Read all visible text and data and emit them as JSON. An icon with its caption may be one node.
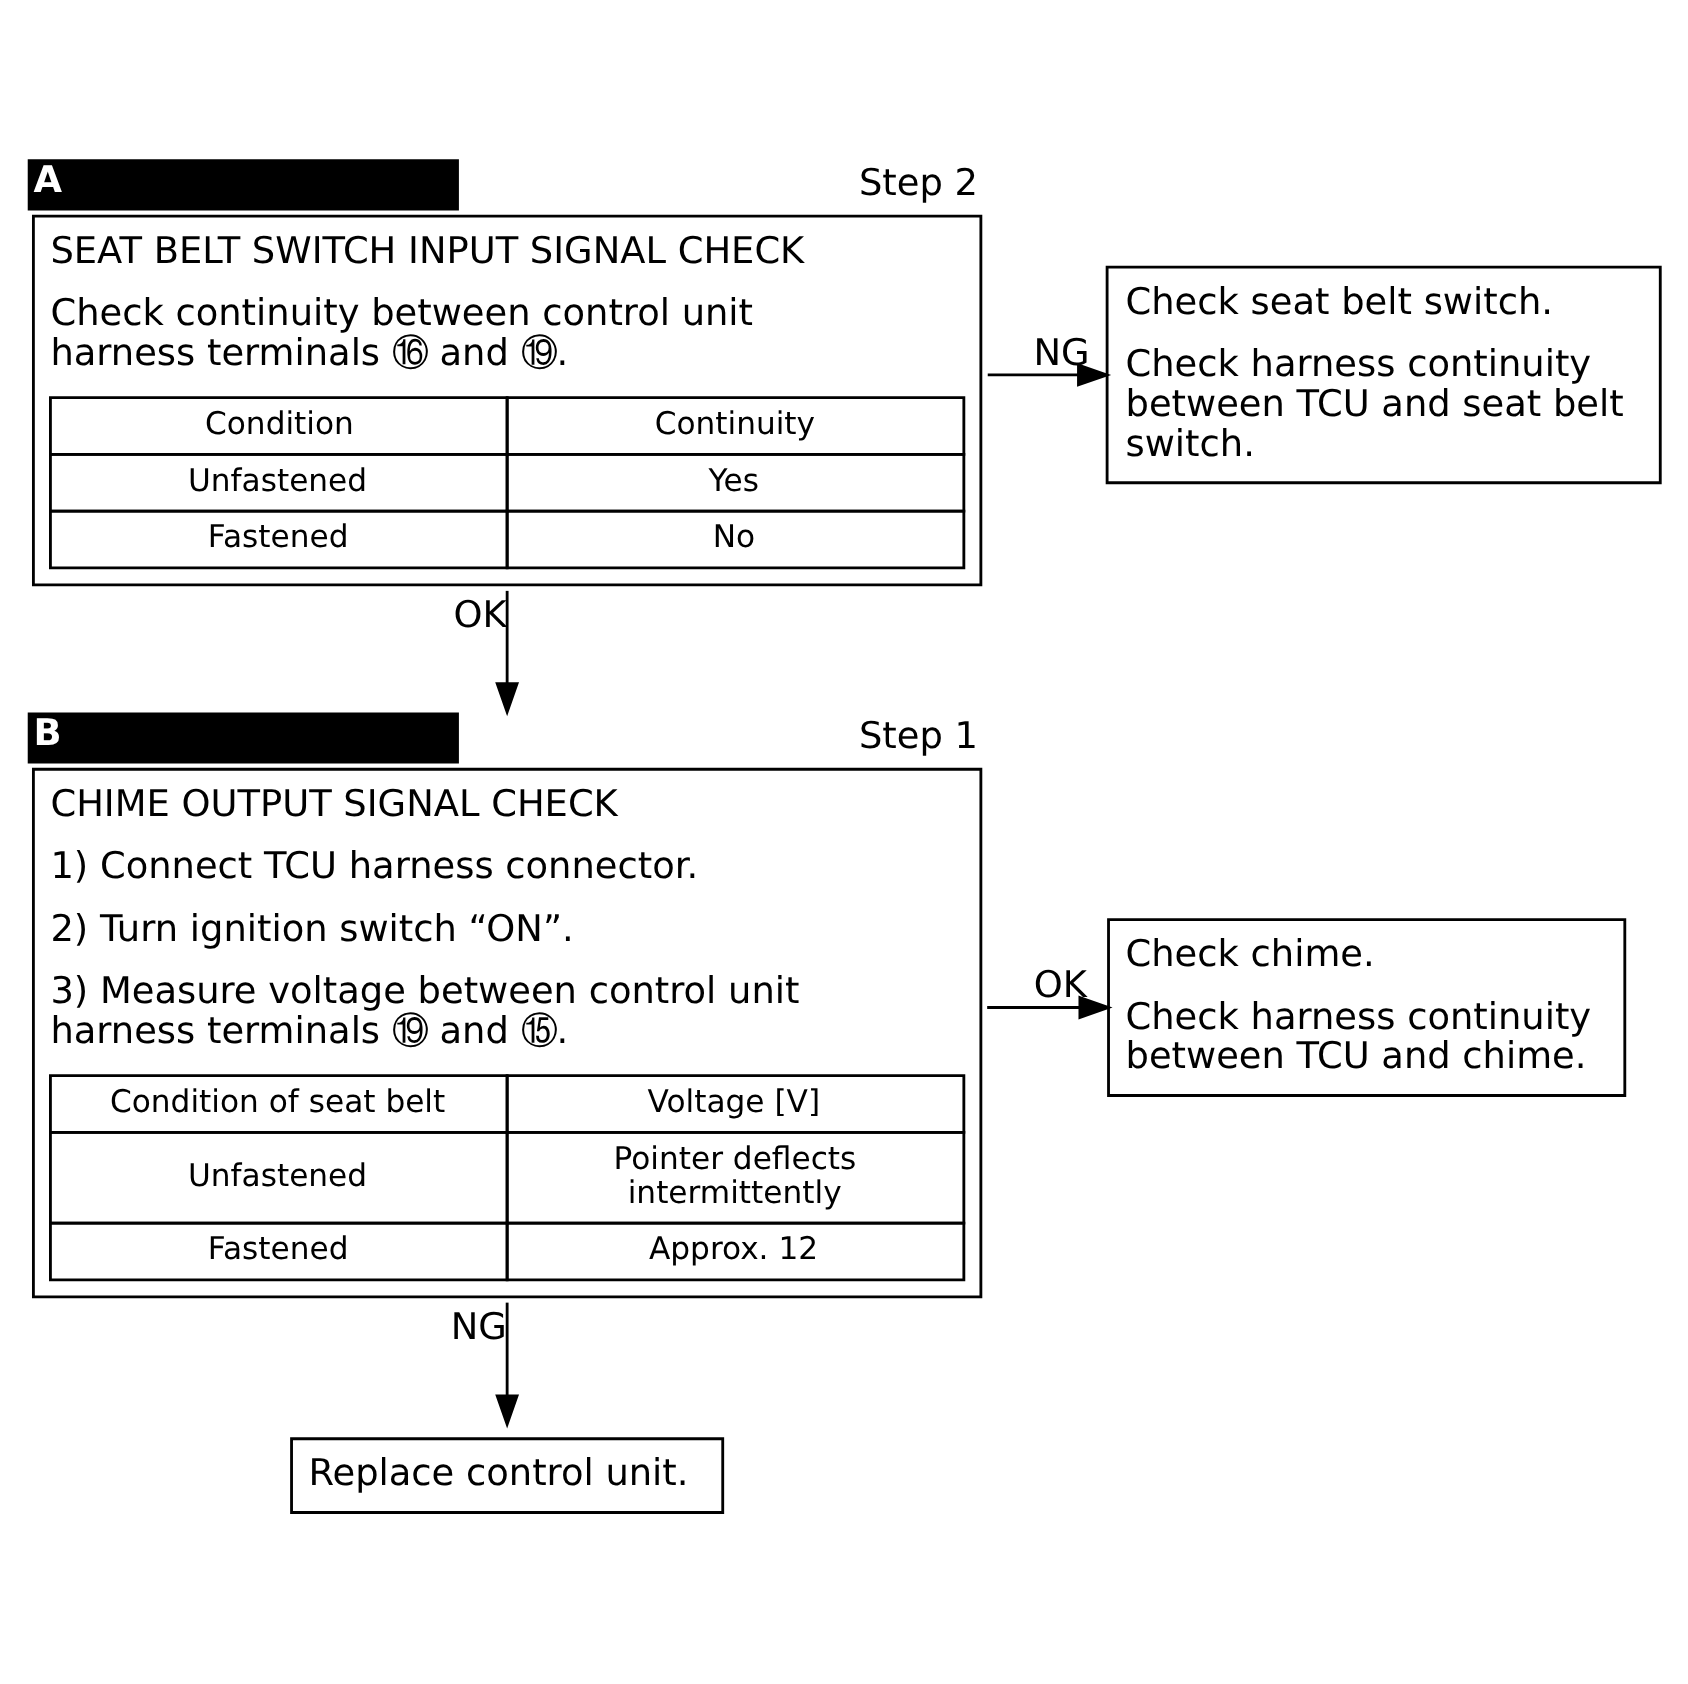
{
  "diagram": {
    "nodes": [
      {
        "text": [
          "SEAT BELT SWITCH INPUT SIGNAL CHECK",
          "Check continuity between control unit harness terminals ⑯ and ⑲.",
          "Condition",
          "Continuity",
          "Unfastened",
          "Yes",
          "Fastened",
          "No"
        ],
        "beside": [
          "A",
          "Step 2"
        ]
      },
      {
        "text": [
          "Check seat belt switch.",
          "Check harness continuity between TCU and seat belt switch."
        ]
      },
      {
        "text": [
          "CHIME OUTPUT SIGNAL CHECK",
          "1) Connect TCU harness connector.",
          "2) Turn ignition switch “ON”.",
          "3) Measure voltage between control unit harness terminals ⑲ and ⑮.",
          "Condition of seat belt",
          "Voltage [V]",
          "Unfastened",
          "Pointer deflects intermittently",
          "Fastened",
          "Approx. 12"
        ],
        "beside": [
          "B",
          "Step 1"
        ]
      },
      {
        "text": [
          "Check chime.",
          "Check harness continuity between TCU and chime."
        ]
      },
      {
        "text": [
          "Replace control unit."
        ]
      }
    ],
    "edges": [
      {
        "from": 0,
        "to": 1,
        "arrow": "to",
        "label": "NG"
      },
      {
        "from": 0,
        "to": 2,
        "arrow": "to",
        "label": "OK"
      },
      {
        "from": 2,
        "to": 3,
        "arrow": "to",
        "label": "OK"
      },
      {
        "from": 2,
        "to": 4,
        "arrow": "to",
        "label": "NG"
      }
    ]
  }
}
